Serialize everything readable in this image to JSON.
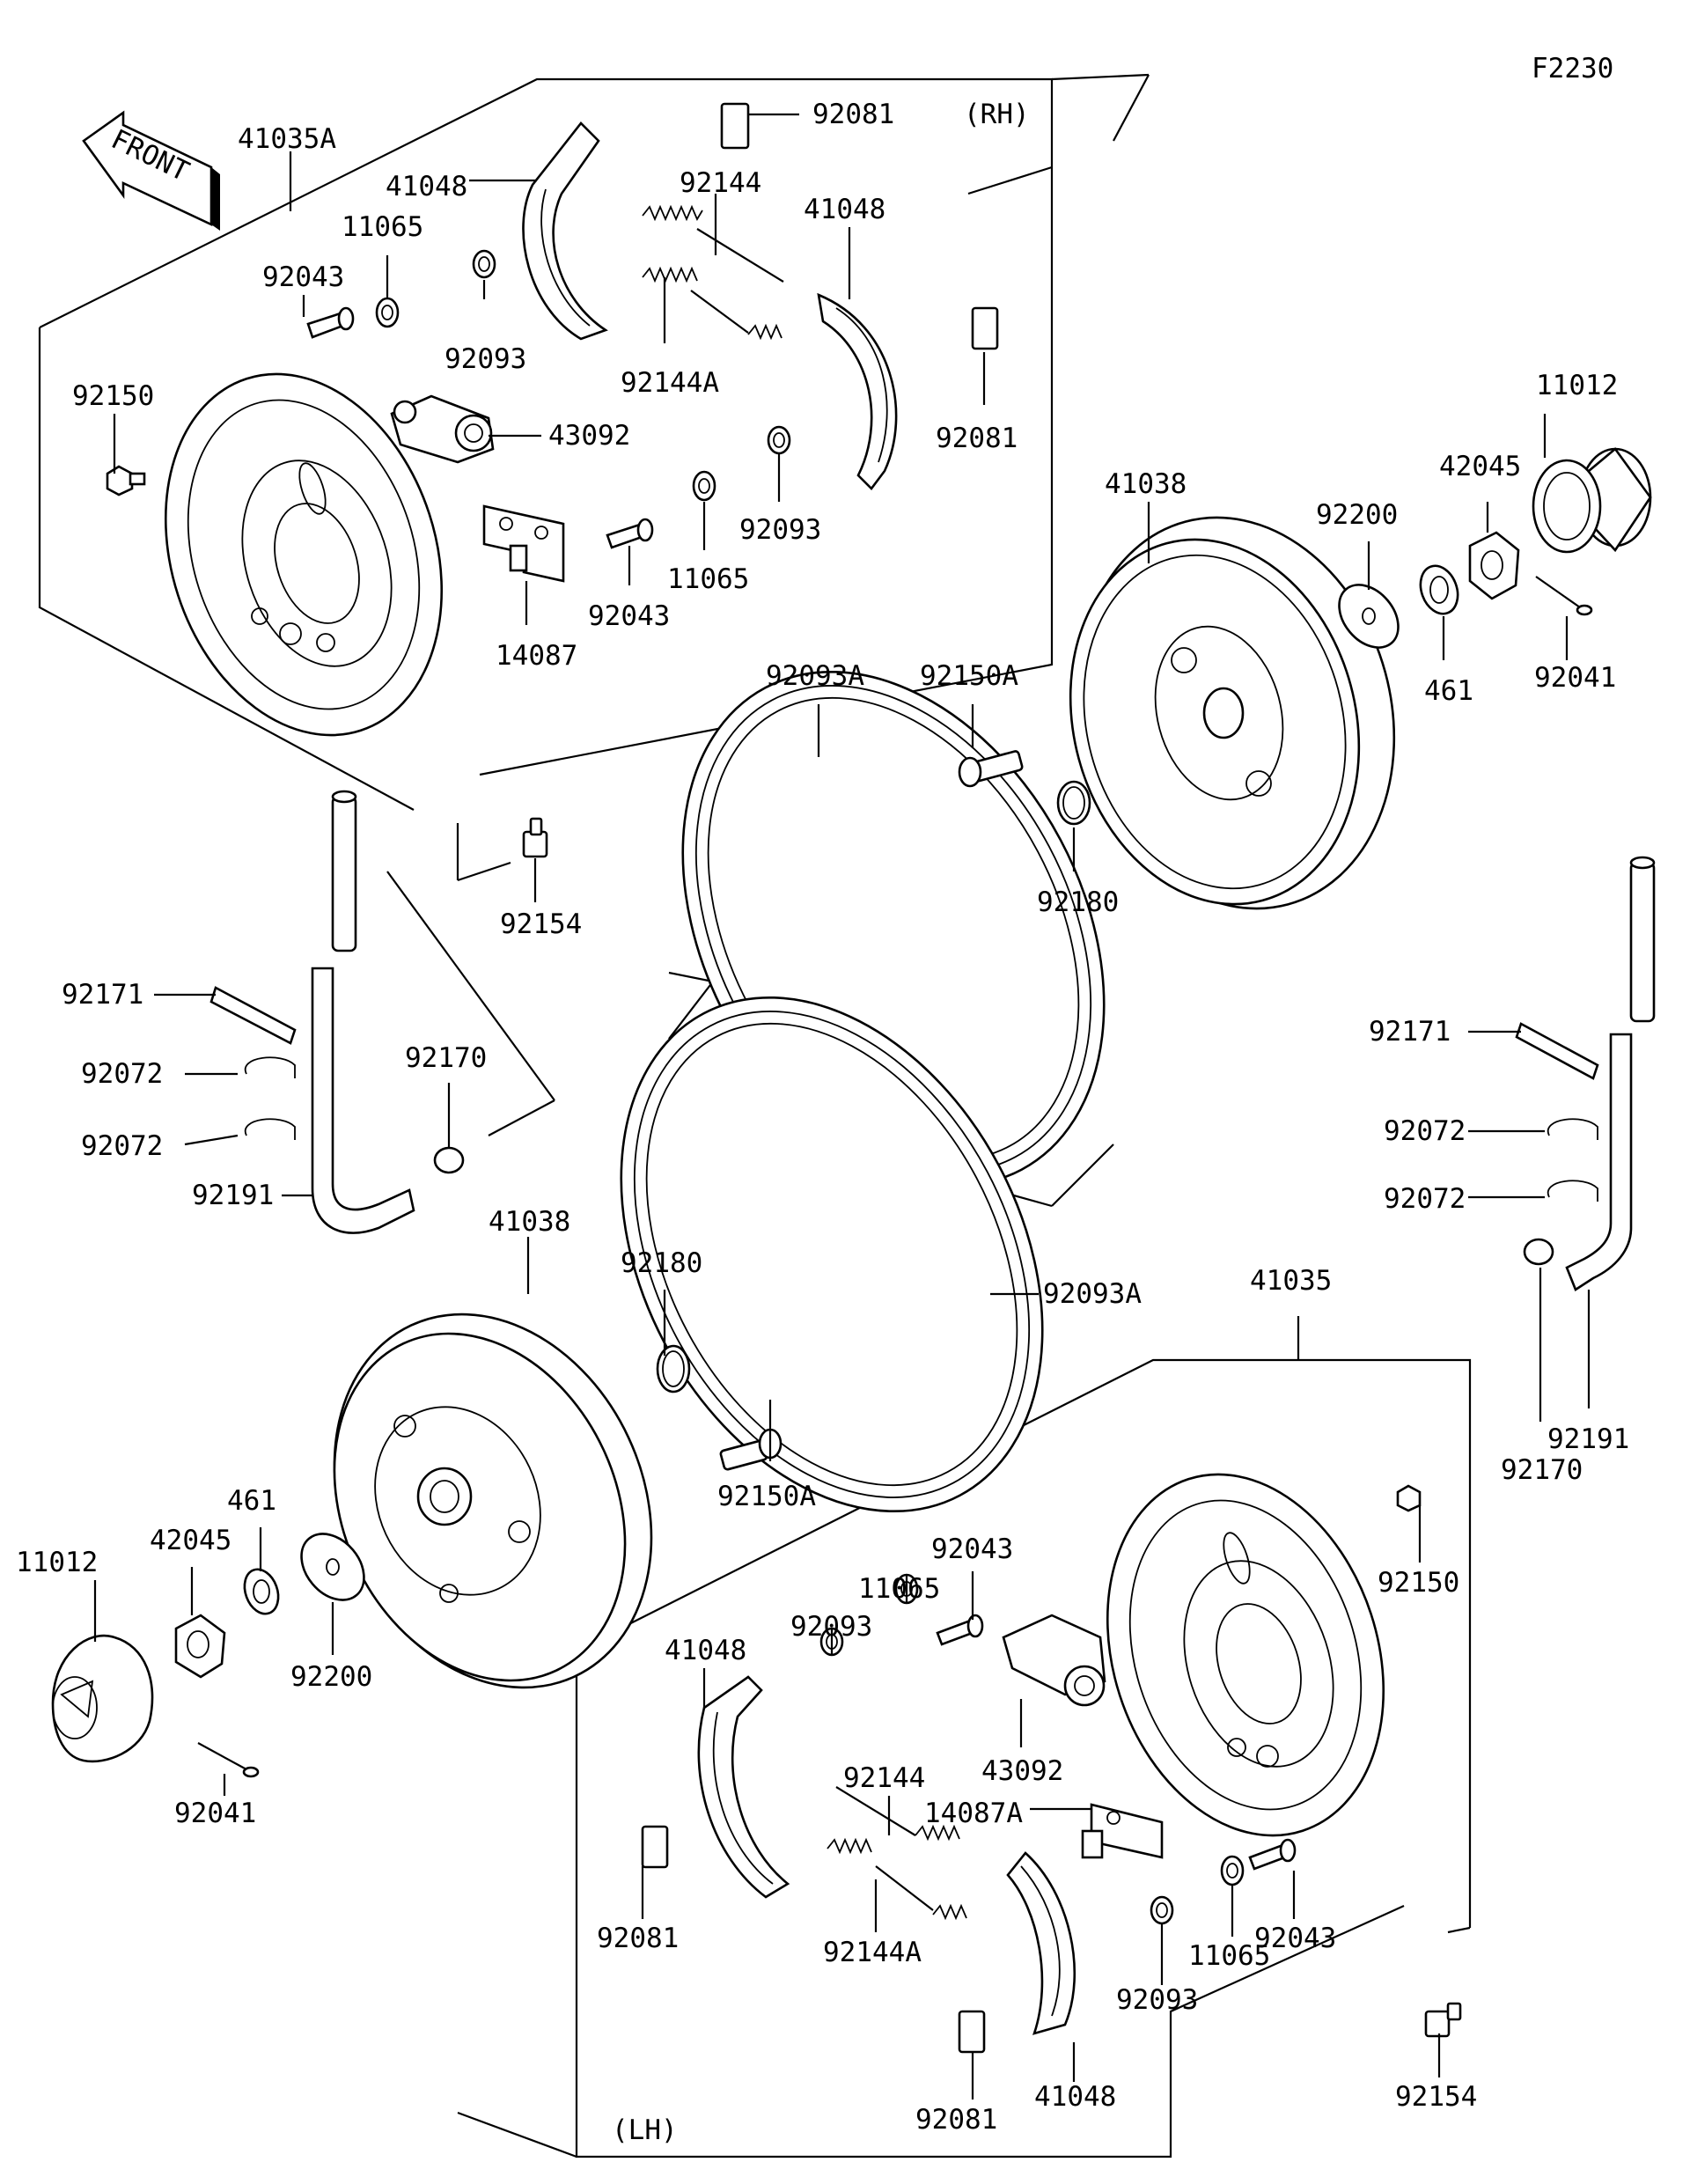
{
  "figure_code": "F2230",
  "front_label": "FRONT",
  "side_rh": "(RH)",
  "side_lh": "(LH)",
  "parts": {
    "p41035A": "41035A",
    "p41035": "41035",
    "p41048": "41048",
    "p92081": "92081",
    "p92144": "92144",
    "p92144A": "92144A",
    "p11065": "11065",
    "p92043": "92043",
    "p92093": "92093",
    "p92150": "92150",
    "p43092": "43092",
    "p14087": "14087",
    "p14087A": "14087A",
    "p11012": "11012",
    "p42045": "42045",
    "p41038": "41038",
    "p92200": "92200",
    "p461": "461",
    "p92041": "92041",
    "p92093A": "92093A",
    "p92150A": "92150A",
    "p92180": "92180",
    "p92154": "92154",
    "p92171": "92171",
    "p92072": "92072",
    "p92170": "92170",
    "p92191": "92191"
  }
}
